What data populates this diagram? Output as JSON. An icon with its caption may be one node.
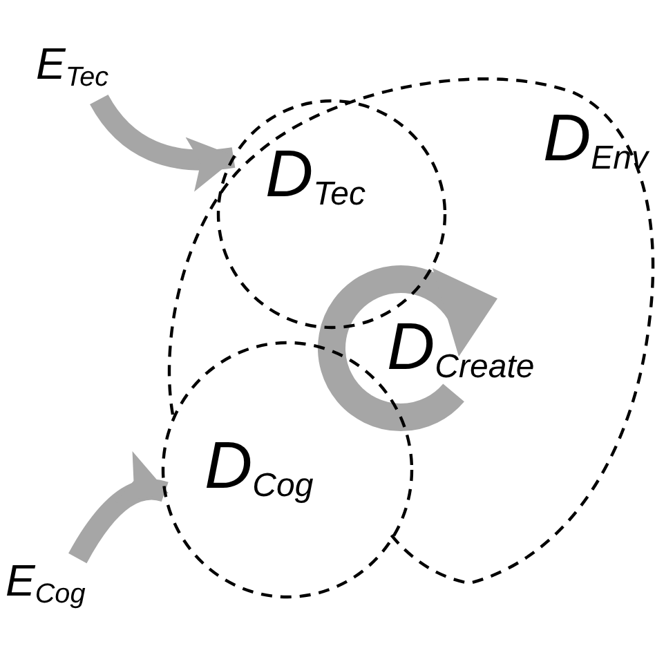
{
  "diagram": {
    "nodes": [
      {
        "text": [
          "D$_{Env}$"
        ]
      },
      {
        "text": [
          "D$_{Tec}$"
        ],
        "in": 0
      },
      {
        "text": [
          "D$_{Cog}$"
        ]
      },
      {
        "text": [
          "D$_{Create}$"
        ],
        "in": 0
      },
      {
        "text": [
          "E$_{Tec}$"
        ]
      },
      {
        "text": [
          "E$_{Cog}$"
        ]
      }
    ],
    "edges": [
      {
        "from": 4,
        "to": 1,
        "arrow": "to",
        "color": "#a6a6a6"
      },
      {
        "from": 5,
        "to": 2,
        "arrow": "to",
        "color": "#a6a6a6"
      }
    ]
  }
}
